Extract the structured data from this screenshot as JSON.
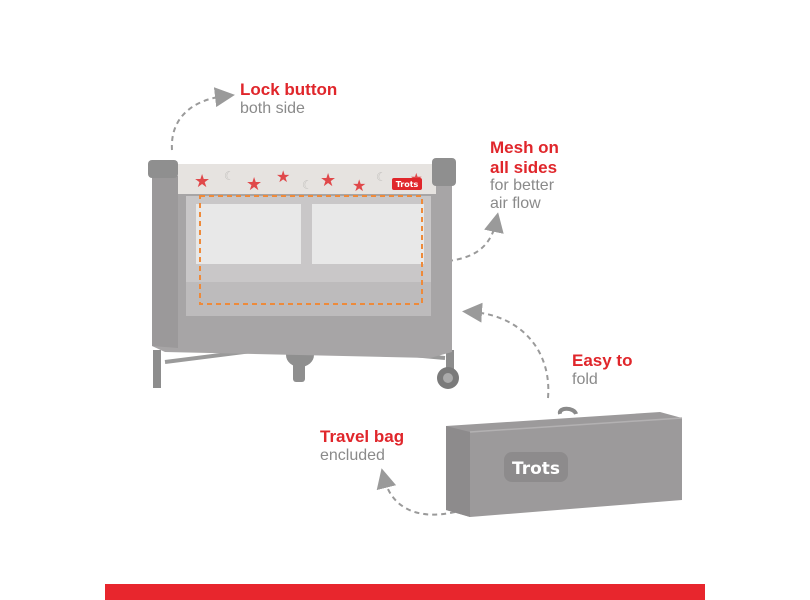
{
  "callouts": {
    "lock": {
      "title": "Lock button",
      "subtitle": "both side"
    },
    "mesh": {
      "title_line1": "Mesh on",
      "title_line2": "all sides",
      "subtitle_line1": "for better",
      "subtitle_line2": "air flow"
    },
    "fold": {
      "title": "Easy to",
      "subtitle": "fold"
    },
    "bag": {
      "title": "Travel bag",
      "subtitle": "encluded"
    }
  },
  "brand": {
    "crib_tag": "Trots",
    "bag_logo": "Trots"
  },
  "colors": {
    "accent": "#e0262b",
    "subtitle": "#8a8a8a",
    "product_gray": "#9c9a9b",
    "mesh_highlight": "#ee8a3a",
    "bottom_bar": "#e8262d"
  },
  "icons": [
    "curved-dashed-arrow-icon",
    "star-pattern"
  ]
}
